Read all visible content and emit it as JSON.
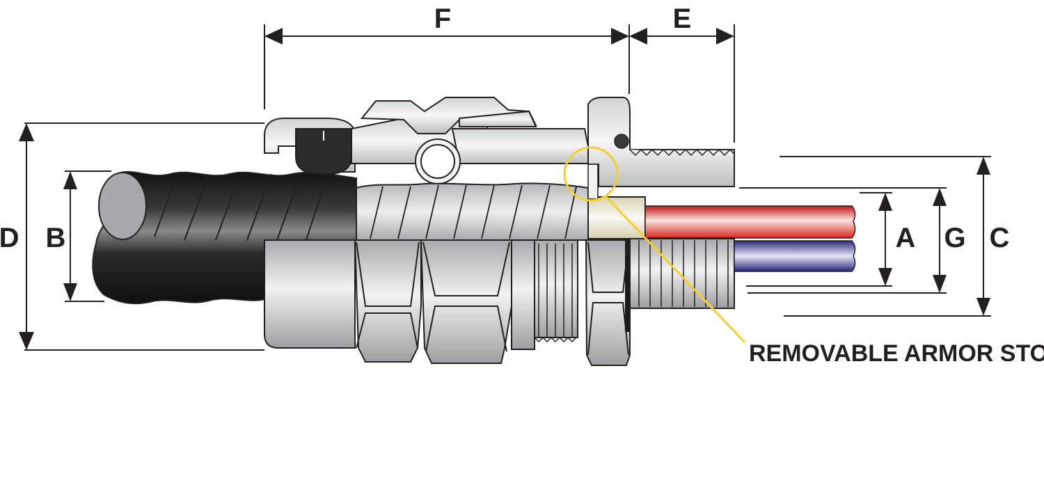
{
  "diagram": {
    "dimension_labels": {
      "A": "A",
      "B": "B",
      "C": "C",
      "D": "D",
      "E": "E",
      "F": "F",
      "G": "G"
    },
    "callout": "REMOVABLE ARMOR STOP",
    "colors": {
      "outline": "#231f20",
      "metal_light": "#e6e7e8",
      "metal_mid": "#bcbec0",
      "metal_dark": "#8c8e90",
      "cable_dark": "#1c1c1c",
      "wire_red": "#e8301f",
      "wire_blue": "#2e2a8c",
      "stop_bushing": "#ece7d2",
      "callout_yellow": "#f4cf2a"
    }
  }
}
